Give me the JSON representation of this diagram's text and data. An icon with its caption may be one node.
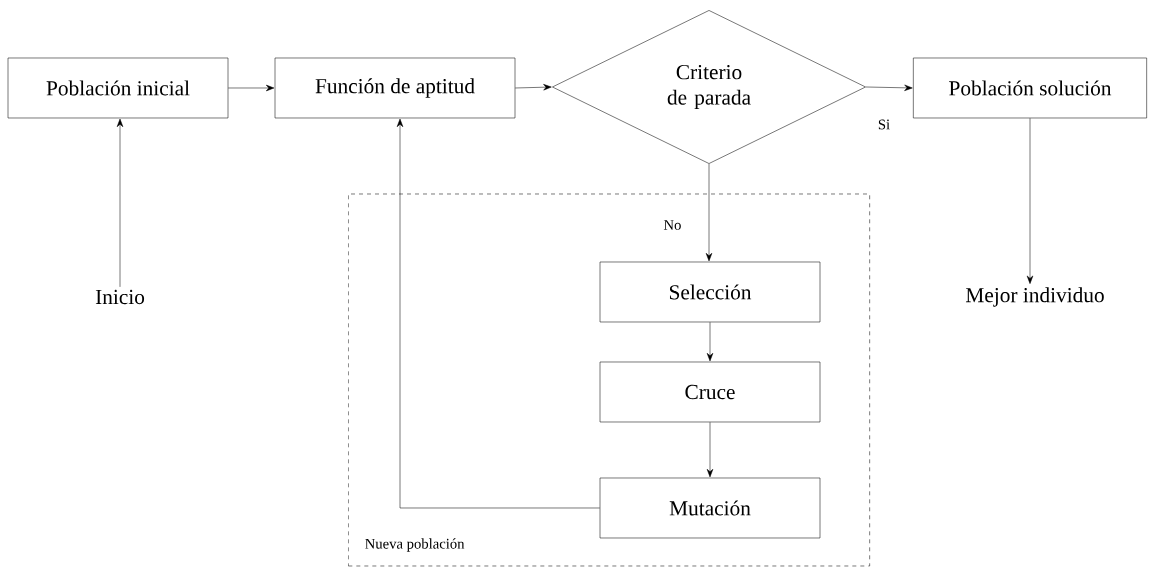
{
  "diagram": {
    "nodes": [
      {
        "text": [
          "Población inicial"
        ]
      },
      {
        "text": [
          "Función de aptitud"
        ]
      },
      {
        "text": [
          "Criterio de parada"
        ]
      },
      {
        "text": [
          "Población solución"
        ]
      },
      {
        "text": [
          "Nueva población"
        ]
      },
      {
        "text": [
          "Selección"
        ],
        "in": 4
      },
      {
        "text": [
          "Cruce"
        ],
        "in": 4
      },
      {
        "text": [
          "Mutación"
        ],
        "in": 4
      },
      {
        "text": [
          "Inicio"
        ]
      },
      {
        "text": [
          "Mejor individuo"
        ]
      }
    ],
    "edges": [
      {
        "from": 0,
        "to": 1,
        "arrow": "to"
      },
      {
        "from": 1,
        "to": 2,
        "arrow": "to"
      },
      {
        "from": 2,
        "to": 3,
        "arrow": "to",
        "label": "Si"
      },
      {
        "from": 2,
        "to": 5,
        "arrow": "to",
        "label": "No"
      },
      {
        "from": 5,
        "to": 6,
        "arrow": "to"
      },
      {
        "from": 6,
        "to": 7,
        "arrow": "to"
      },
      {
        "from": 7,
        "to": 1,
        "arrow": "to"
      },
      {
        "from": 8,
        "to": 0,
        "arrow": "to"
      },
      {
        "from": 3,
        "to": 9,
        "arrow": "to"
      }
    ]
  }
}
